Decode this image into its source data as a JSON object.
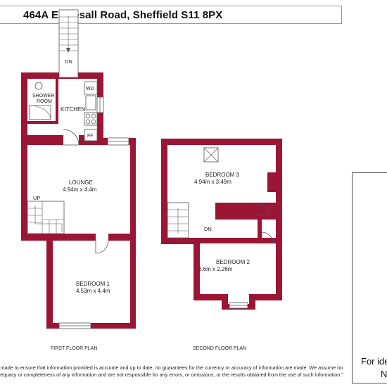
{
  "title": "464A Ecclesall Road, Sheffield S11 8PX",
  "colors": {
    "wall": "#9b1535",
    "floor": "#ffffff",
    "line": "#555555"
  },
  "first_floor": {
    "label": "FIRST FLOOR PLAN",
    "rooms": {
      "shower": [
        "SHOWER",
        "ROOM"
      ],
      "kitchen": "KITCHEN",
      "lounge": {
        "name": "LOUNGE",
        "dims": "4.94m x 4.4m"
      },
      "bedroom1": {
        "name": "BEDROOM 1",
        "dims": "4.53m x 4.4m"
      }
    },
    "stair_labels": {
      "down": "DN",
      "up": "UP"
    },
    "appliances": {
      "wd": "WD",
      "ff": "FF"
    }
  },
  "second_floor": {
    "label": "SECOND FLOOR PLAN",
    "rooms": {
      "bedroom3": {
        "name": "BEDROOM 3",
        "dims": "4.94m x 3.49m"
      },
      "bedroom2": {
        "name": "BEDROOM 2",
        "dims": "3.6m x 2.26m"
      }
    },
    "stair_labels": {
      "down": "DN"
    }
  },
  "legend": {
    "items": [
      {
        "icon": "skylight-icon"
      },
      {
        "icon": "fridge-freezer-icon",
        "label": "FF"
      },
      {
        "icon": "washer-dryer-icon",
        "label": "WD"
      },
      {
        "icon": "hob-icon"
      },
      {
        "icon": "shower-tray-icon"
      },
      {
        "icon": "boiler-icon"
      },
      {
        "icon": "toilet-icon"
      }
    ],
    "footer_line1": "For ide",
    "footer_line2": "N"
  },
  "disclaimer": [
    "made to ensure that information provided is accurate and up to date, no guarantees for the currency or accuracy of information are made. We assume no",
    "equacy or completeness of any information and are not responsible for any errors, or omissions, or the results obtained from the use of such information.\""
  ]
}
